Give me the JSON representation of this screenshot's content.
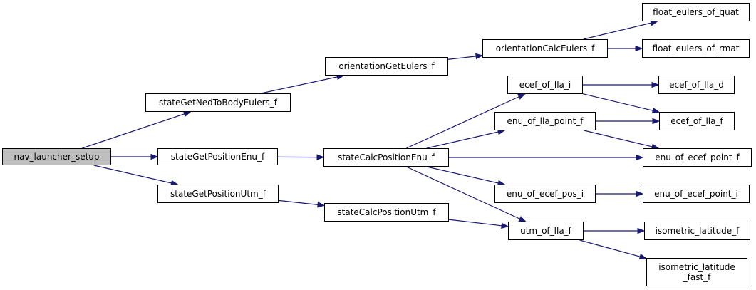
{
  "colors": {
    "edge": "#191970",
    "root_fill": "#bfbfbf",
    "node_fill": "#ffffff",
    "border": "#000000"
  },
  "nodes": {
    "nav_launcher_setup": "nav_launcher_setup",
    "stateGetNedToBodyEulers_f": "stateGetNedToBodyEulers_f",
    "stateGetPositionEnu_f": "stateGetPositionEnu_f",
    "stateGetPositionUtm_f": "stateGetPositionUtm_f",
    "orientationGetEulers_f": "orientationGetEulers_f",
    "stateCalcPositionEnu_f": "stateCalcPositionEnu_f",
    "stateCalcPositionUtm_f": "stateCalcPositionUtm_f",
    "orientationCalcEulers_f": "orientationCalcEulers_f",
    "ecef_of_lla_i": "ecef_of_lla_i",
    "enu_of_lla_point_f": "enu_of_lla_point_f",
    "enu_of_ecef_pos_i": "enu_of_ecef_pos_i",
    "utm_of_lla_f": "utm_of_lla_f",
    "float_eulers_of_quat": "float_eulers_of_quat",
    "float_eulers_of_rmat": "float_eulers_of_rmat",
    "ecef_of_lla_d": "ecef_of_lla_d",
    "ecef_of_lla_f": "ecef_of_lla_f",
    "enu_of_ecef_point_f": "enu_of_ecef_point_f",
    "enu_of_ecef_point_i": "enu_of_ecef_point_i",
    "isometric_latitude_f": "isometric_latitude_f",
    "isometric_latitude_fast_f": "isometric_latitude\n_fast_f"
  },
  "edges": [
    [
      "nav_launcher_setup",
      "stateGetNedToBodyEulers_f"
    ],
    [
      "nav_launcher_setup",
      "stateGetPositionEnu_f"
    ],
    [
      "nav_launcher_setup",
      "stateGetPositionUtm_f"
    ],
    [
      "stateGetNedToBodyEulers_f",
      "orientationGetEulers_f"
    ],
    [
      "orientationGetEulers_f",
      "orientationCalcEulers_f"
    ],
    [
      "orientationCalcEulers_f",
      "float_eulers_of_quat"
    ],
    [
      "orientationCalcEulers_f",
      "float_eulers_of_rmat"
    ],
    [
      "stateGetPositionEnu_f",
      "stateCalcPositionEnu_f"
    ],
    [
      "stateCalcPositionEnu_f",
      "ecef_of_lla_i"
    ],
    [
      "stateCalcPositionEnu_f",
      "enu_of_lla_point_f"
    ],
    [
      "stateCalcPositionEnu_f",
      "enu_of_ecef_point_f"
    ],
    [
      "stateCalcPositionEnu_f",
      "enu_of_ecef_pos_i"
    ],
    [
      "stateCalcPositionEnu_f",
      "utm_of_lla_f"
    ],
    [
      "stateGetPositionUtm_f",
      "stateCalcPositionUtm_f"
    ],
    [
      "stateCalcPositionUtm_f",
      "utm_of_lla_f"
    ],
    [
      "ecef_of_lla_i",
      "ecef_of_lla_d"
    ],
    [
      "ecef_of_lla_i",
      "ecef_of_lla_f"
    ],
    [
      "enu_of_lla_point_f",
      "ecef_of_lla_f"
    ],
    [
      "enu_of_lla_point_f",
      "enu_of_ecef_point_f"
    ],
    [
      "enu_of_ecef_pos_i",
      "enu_of_ecef_point_i"
    ],
    [
      "utm_of_lla_f",
      "isometric_latitude_f"
    ],
    [
      "utm_of_lla_f",
      "isometric_latitude_fast_f"
    ]
  ]
}
